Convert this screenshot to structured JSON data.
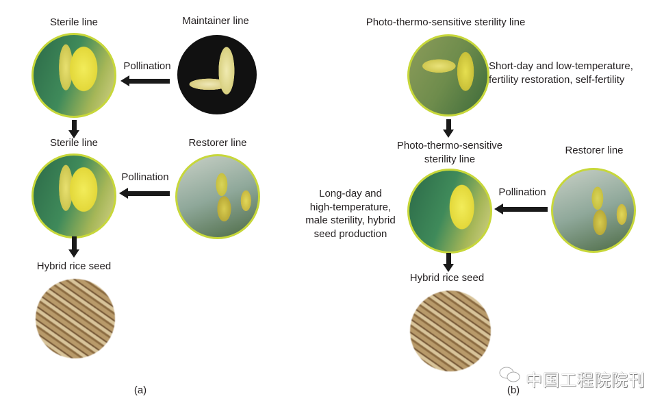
{
  "panel_a": {
    "label": "(a)",
    "sterile_line_1": "Sterile line",
    "maintainer_line": "Maintainer line",
    "pollination_1": "Pollination",
    "sterile_line_2": "Sterile line",
    "restorer_line": "Restorer line",
    "pollination_2": "Pollination",
    "hybrid_seed": "Hybrid rice seed"
  },
  "panel_b": {
    "label": "(b)",
    "ptgms_line_top": "Photo-thermo-sensitive sterility line",
    "short_day_lines": [
      "Short-day and low-temperature,",
      "fertility restoration, self-fertility"
    ],
    "ptgms_line_mid": [
      "Photo-thermo-sensitive",
      "sterility line"
    ],
    "long_day_lines": [
      "Long-day and",
      "high-temperature,",
      "male sterility, hybrid",
      "seed production"
    ],
    "restorer_line": "Restorer line",
    "pollination": "Pollination",
    "hybrid_seed": "Hybrid rice seed"
  },
  "watermark": "中国工程院院刊"
}
